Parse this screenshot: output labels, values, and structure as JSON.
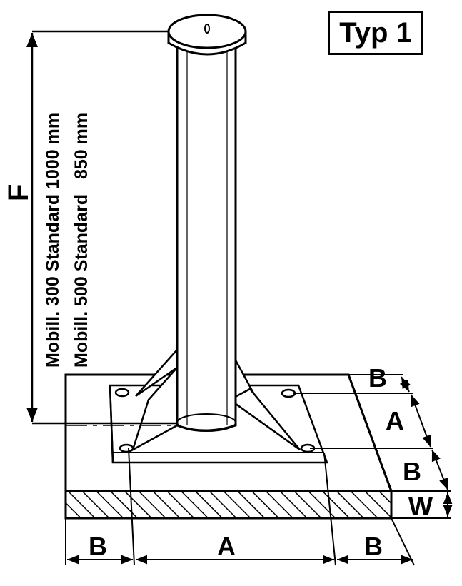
{
  "title": "Typ 1",
  "dimension_labels": {
    "height": "F",
    "edge_bottom_left": "B",
    "spacing_bottom": "A",
    "edge_bottom_right": "B",
    "edge_right_top": "B",
    "spacing_right": "A",
    "edge_right_bottom": "B",
    "thickness": "W"
  },
  "height_notes": [
    "Mobill. 300 Standard 1000 mm",
    "Mobill. 500 Standard   850 mm"
  ]
}
